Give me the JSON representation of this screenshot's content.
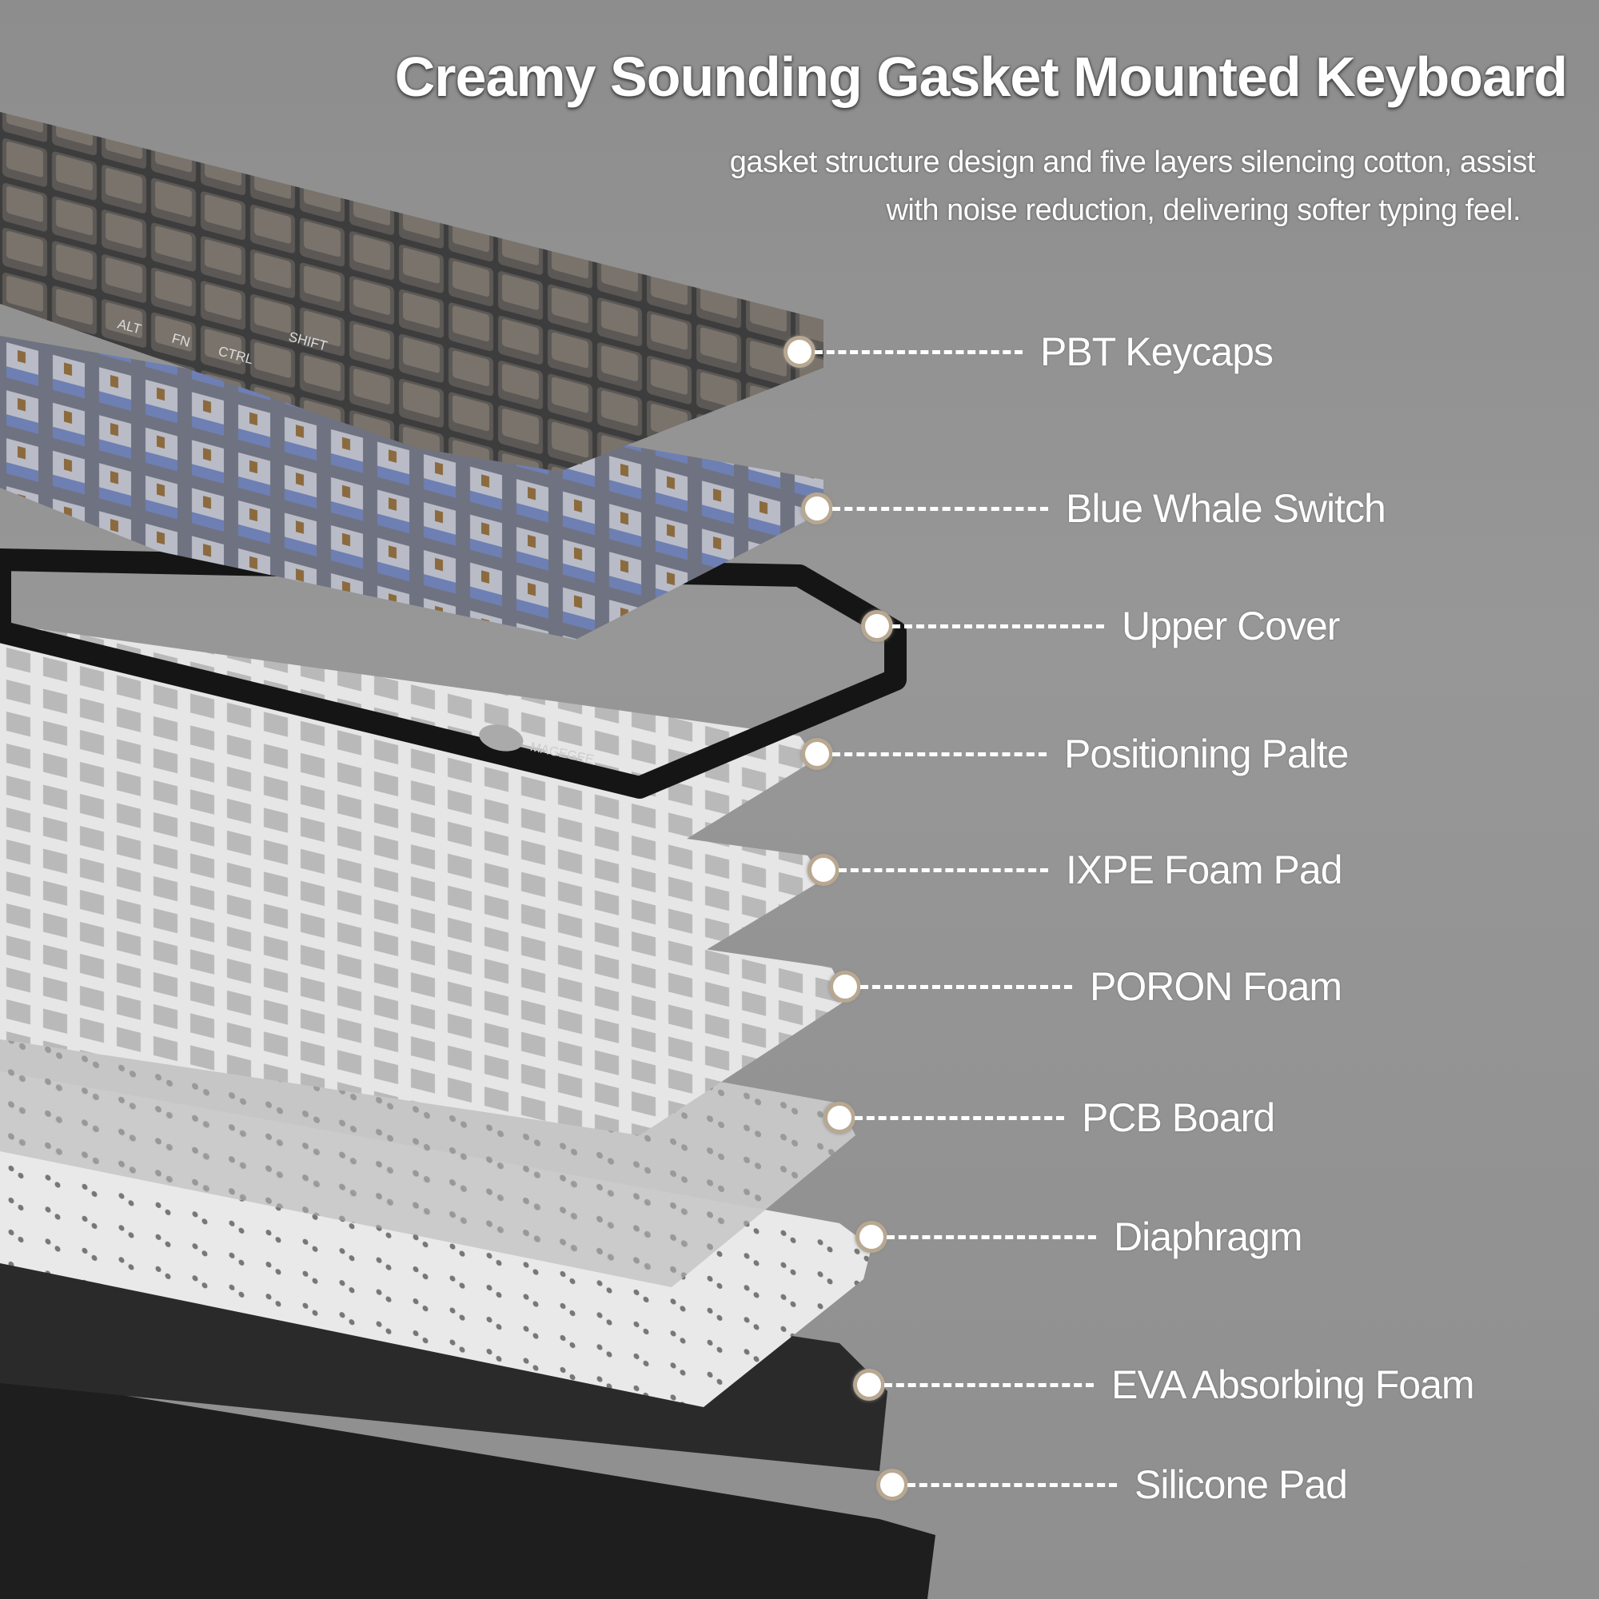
{
  "header": {
    "title": "Creamy Sounding Gasket Mounted Keyboard",
    "subtitle_line1": "gasket structure design and five layers silencing cotton, assist",
    "subtitle_line2": "with noise reduction, delivering softer typing feel."
  },
  "layers": [
    {
      "label": "PBT Keycaps"
    },
    {
      "label": "Blue Whale Switch"
    },
    {
      "label": "Upper Cover"
    },
    {
      "label": "Positioning Palte"
    },
    {
      "label": "IXPE Foam Pad"
    },
    {
      "label": "PORON Foam"
    },
    {
      "label": "PCB Board"
    },
    {
      "label": "Diaphragm"
    },
    {
      "label": "EVA Absorbing Foam"
    },
    {
      "label": "Silicone Pad"
    }
  ],
  "keycap_legends": [
    "ALT",
    "FN",
    "CTRL",
    "SHIFT"
  ],
  "brand_logo": "MAGEGEE",
  "colors": {
    "background": "#8f8f8f",
    "text": "#ffffff",
    "dot_ring": "#b8a891"
  }
}
